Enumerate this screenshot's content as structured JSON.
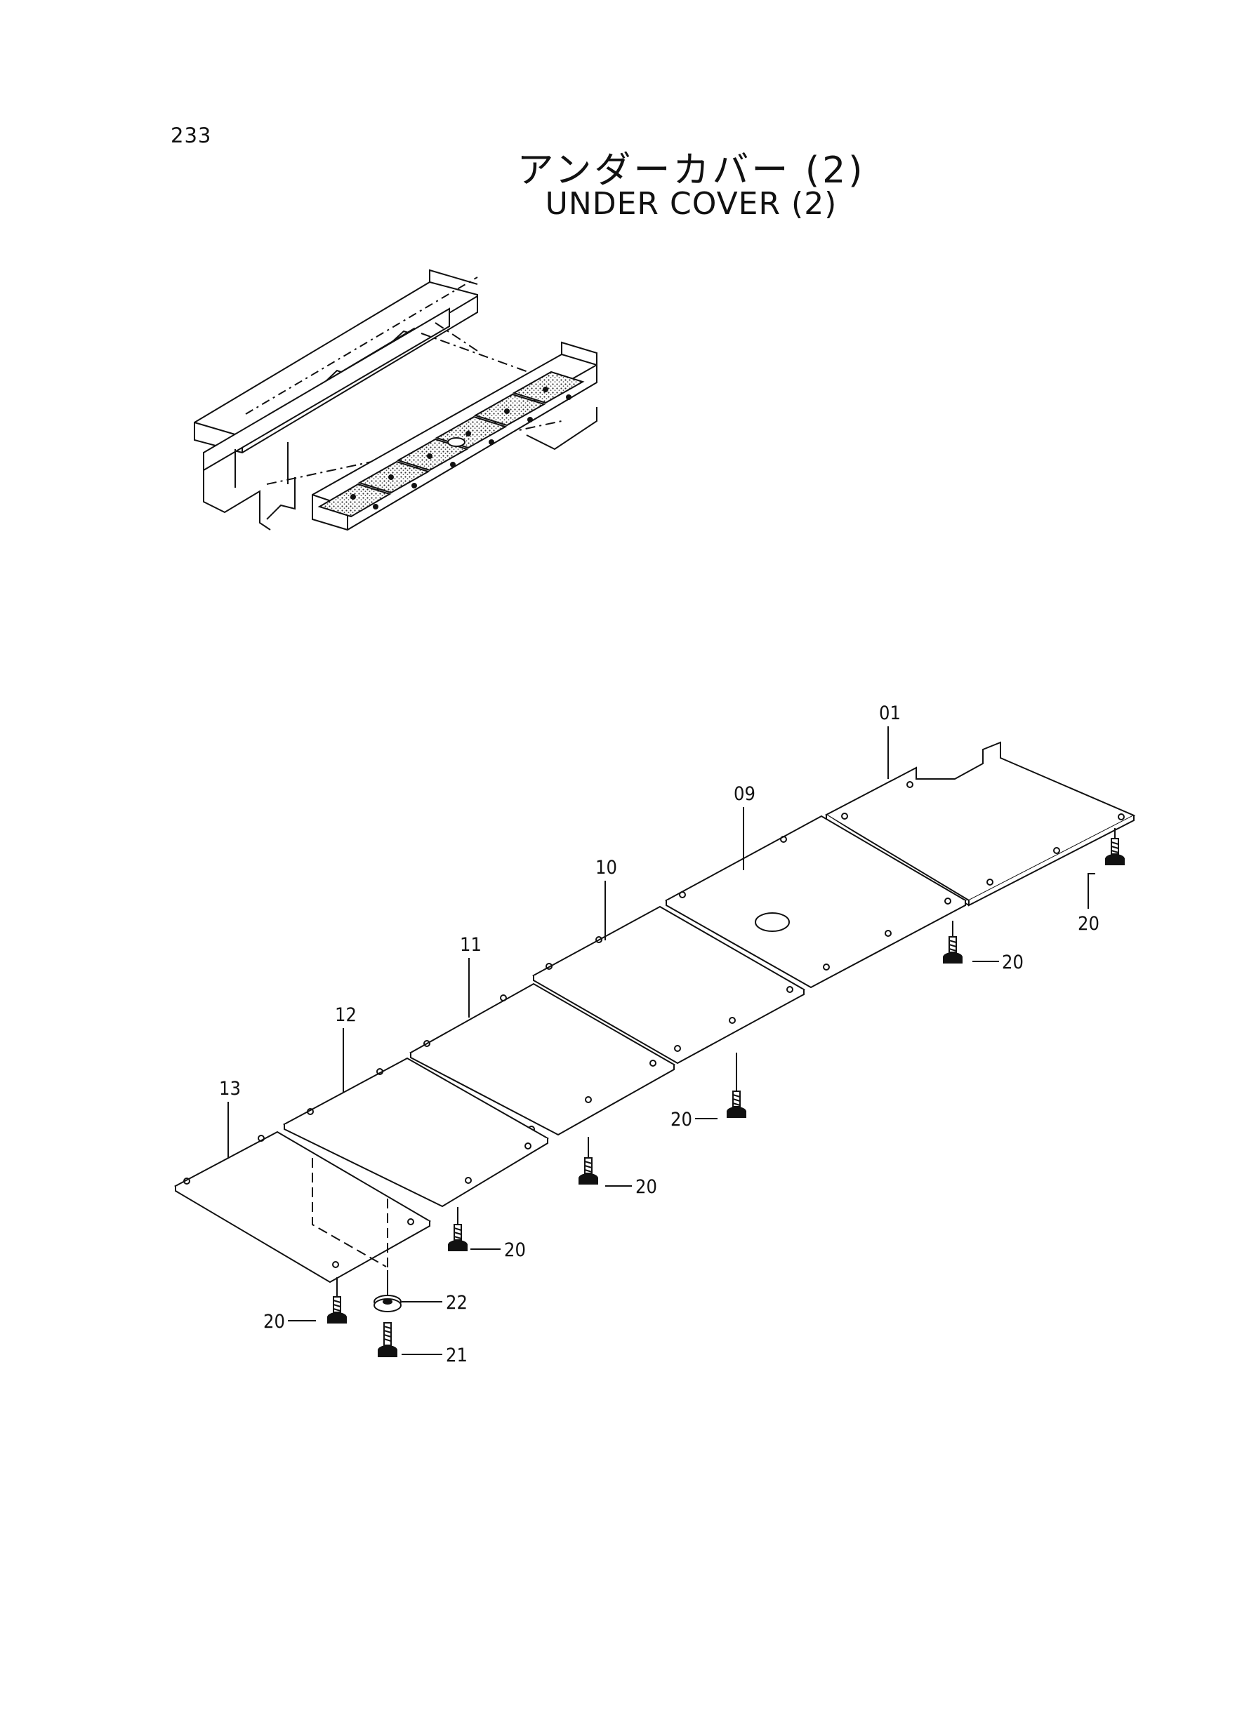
{
  "page_number": "233",
  "title_jp": "アンダーカバー (2)",
  "title_en": "UNDER  COVER (2)",
  "callouts": {
    "c01": "01",
    "c09": "09",
    "c10": "10",
    "c11": "11",
    "c12": "12",
    "c13": "13",
    "c20a": "20",
    "c20b": "20",
    "c20c": "20",
    "c20d": "20",
    "c20e": "20",
    "c20f": "20",
    "c21": "21",
    "c22": "22"
  }
}
